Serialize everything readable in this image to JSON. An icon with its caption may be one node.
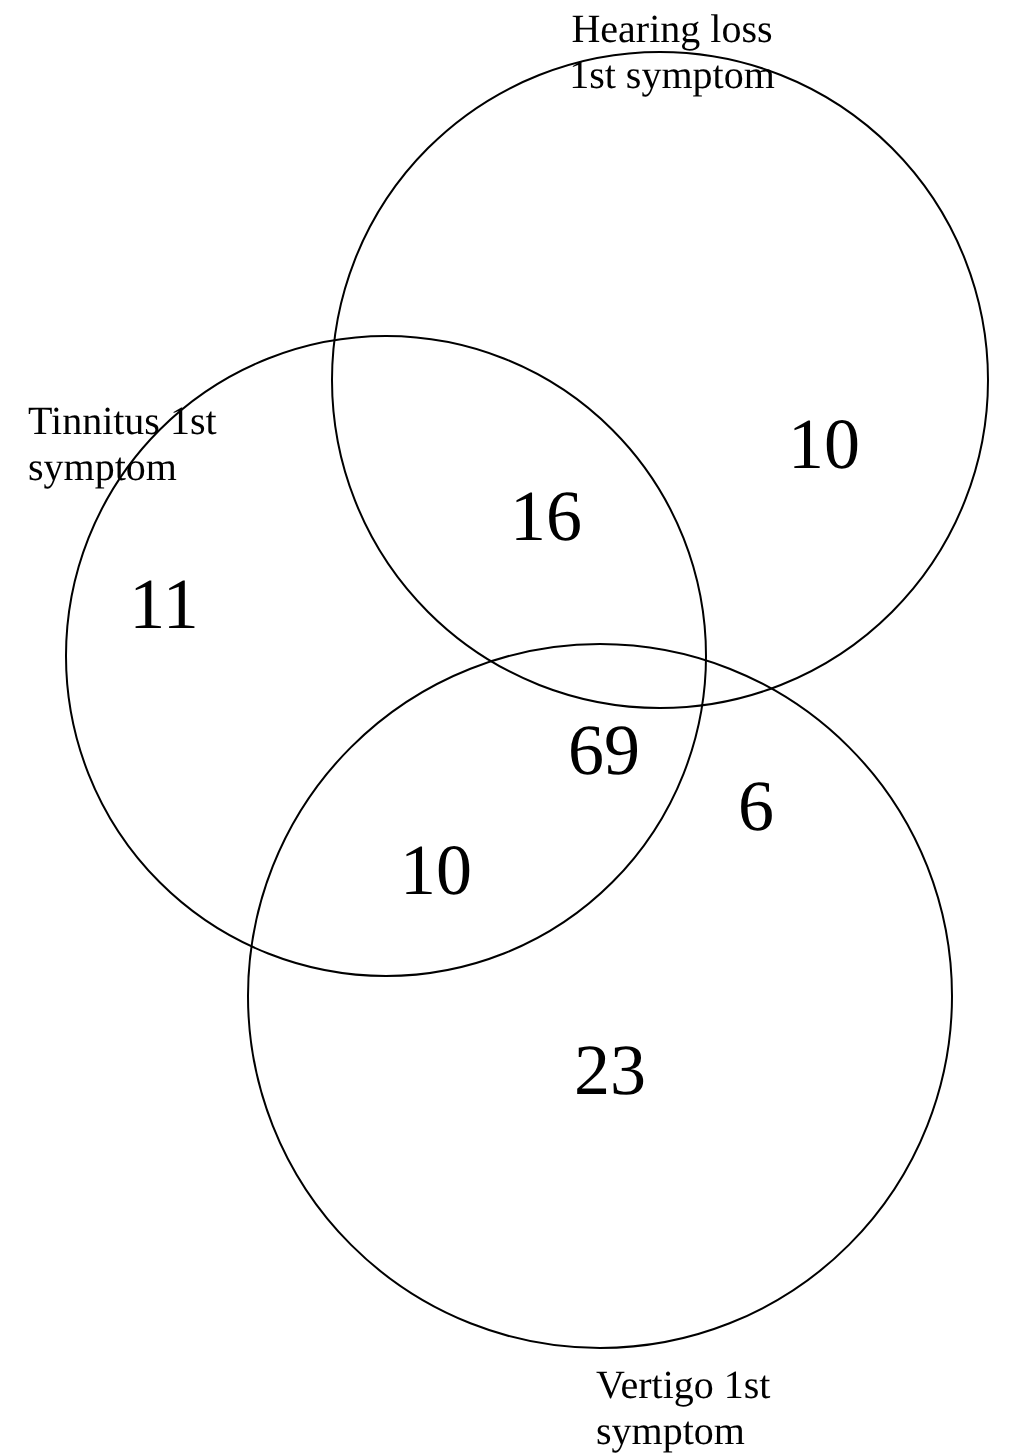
{
  "diagram": {
    "nodes": [
      {
        "text": [
          "Hearing loss 1st symptom"
        ]
      },
      {
        "text": [
          "Tinnitus 1st symptom"
        ]
      },
      {
        "text": [
          "Vertigo 1st symptom"
        ]
      }
    ],
    "labels": [
      "10",
      "16",
      "11",
      "69",
      "6",
      "10",
      "23"
    ]
  }
}
